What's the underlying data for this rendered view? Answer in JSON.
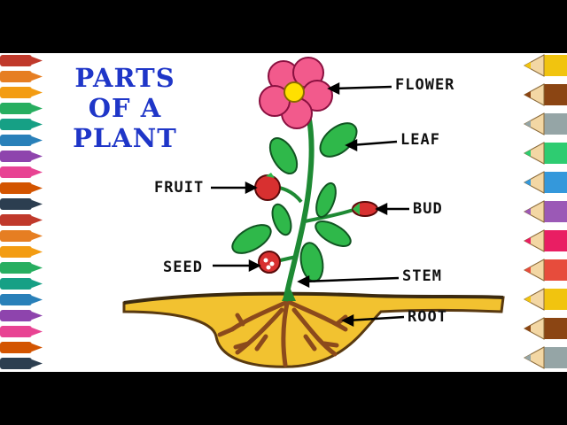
{
  "title_lines": [
    "PARTS",
    "OF A",
    "PLANT"
  ],
  "labels": {
    "flower": "FLOWER",
    "leaf": "LEAF",
    "fruit": "FRUIT",
    "bud": "BUD",
    "seed": "SEED",
    "stem": "STEM",
    "root": "ROOT"
  },
  "colors": {
    "title": "#1f36c8",
    "petal": "#f25a8c",
    "flower_center": "#ffe000",
    "leaf": "#2fb84a",
    "stem": "#1e8a34",
    "fruit": "#d83030",
    "soil": "#f2c230",
    "root": "#8b4a1c"
  },
  "markers_left": [
    "#c0392b",
    "#e67e22",
    "#f39c12",
    "#27ae60",
    "#16a085",
    "#2980b9",
    "#8e44ad",
    "#e84393",
    "#d35400",
    "#2c3e50"
  ],
  "pencils_right": [
    "#f1c40f",
    "#8b4513",
    "#95a5a6",
    "#2ecc71",
    "#3498db",
    "#9b59b6",
    "#e91e63",
    "#e74c3c"
  ]
}
